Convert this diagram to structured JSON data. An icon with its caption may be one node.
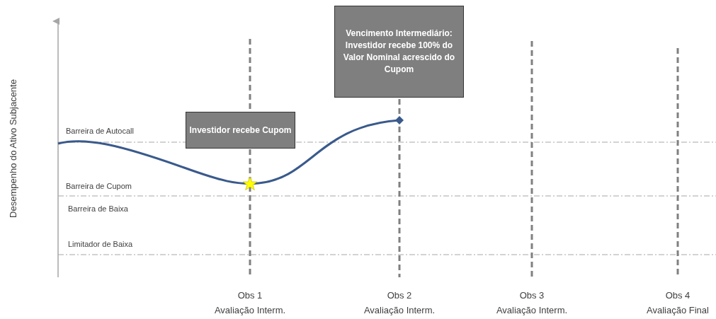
{
  "diagram": {
    "nodes": [
      {
        "text": [
          "Vencimento Intermediário: Investidor recebe 100% do Valor Nominal acrescido do Cupom"
        ]
      },
      {
        "text": [
          "Investidor recebe Cupom"
        ]
      }
    ],
    "edges": [],
    "labels": [
      "Desempenho do Ativo Subjacente",
      "Barreira de Autocall",
      "Barreira de Cupom",
      "Barreira de Baixa",
      "Limitador de Baixa",
      "Obs 1",
      "Avaliação Interm.",
      "Obs 2",
      "Avaliação Interm.",
      "Obs 3",
      "Avaliação Interm.",
      "Obs 4",
      "Avaliação Final"
    ]
  }
}
